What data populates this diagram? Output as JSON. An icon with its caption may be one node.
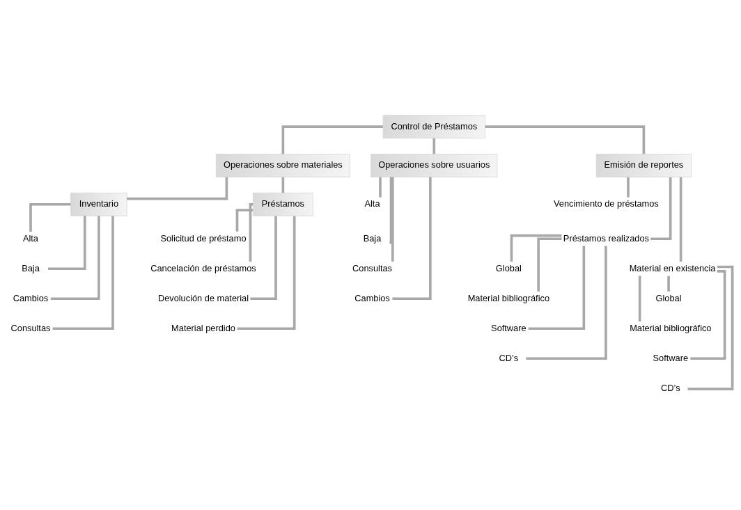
{
  "diagram": {
    "nodes": [
      {
        "text": [
          "Control de Préstamos"
        ]
      },
      {
        "text": [
          "Operaciones sobre materiales"
        ]
      },
      {
        "text": [
          "Operaciones sobre usuarios"
        ]
      },
      {
        "text": [
          "Emisión de reportes"
        ]
      },
      {
        "text": [
          "Inventario"
        ]
      },
      {
        "text": [
          "Préstamos"
        ]
      },
      {
        "text": [
          "Alta"
        ]
      },
      {
        "text": [
          "Baja"
        ]
      },
      {
        "text": [
          "Consultas"
        ]
      },
      {
        "text": [
          "Cambios"
        ]
      },
      {
        "text": [
          "Vencimiento de préstamos"
        ]
      },
      {
        "text": [
          "Préstamos realizados"
        ]
      },
      {
        "text": [
          "Global"
        ]
      },
      {
        "text": [
          "Material bibliográfico"
        ]
      },
      {
        "text": [
          "Software"
        ]
      },
      {
        "text": [
          "CD’s"
        ]
      },
      {
        "text": [
          "Material en existencia"
        ]
      },
      {
        "text": [
          "Global"
        ]
      },
      {
        "text": [
          "Material bibliográfico"
        ]
      },
      {
        "text": [
          "Software"
        ]
      },
      {
        "text": [
          "CD’s"
        ]
      },
      {
        "text": [
          "Alta"
        ]
      },
      {
        "text": [
          "Baja"
        ]
      },
      {
        "text": [
          "Cambios"
        ]
      },
      {
        "text": [
          "Consultas"
        ]
      },
      {
        "text": [
          "Solicitud de préstamo"
        ]
      },
      {
        "text": [
          "Cancelación de préstamos"
        ]
      },
      {
        "text": [
          "Devolución de material"
        ]
      },
      {
        "text": [
          "Material perdido"
        ]
      }
    ],
    "edges": [
      {
        "from": 0,
        "to": 1,
        "arrow": "none"
      },
      {
        "from": 0,
        "to": 2,
        "arrow": "none"
      },
      {
        "from": 0,
        "to": 3,
        "arrow": "none"
      },
      {
        "from": 1,
        "to": 4,
        "arrow": "none"
      },
      {
        "from": 1,
        "to": 5,
        "arrow": "none"
      },
      {
        "from": 2,
        "to": 6,
        "arrow": "none"
      },
      {
        "from": 2,
        "to": 7,
        "arrow": "none"
      },
      {
        "from": 2,
        "to": 8,
        "arrow": "none"
      },
      {
        "from": 2,
        "to": 9,
        "arrow": "none"
      },
      {
        "from": 3,
        "to": 10,
        "arrow": "none"
      },
      {
        "from": 3,
        "to": 11,
        "arrow": "none"
      },
      {
        "from": 11,
        "to": 12,
        "arrow": "none"
      },
      {
        "from": 11,
        "to": 13,
        "arrow": "none"
      },
      {
        "from": 11,
        "to": 14,
        "arrow": "none"
      },
      {
        "from": 11,
        "to": 15,
        "arrow": "none"
      },
      {
        "from": 3,
        "to": 16,
        "arrow": "none"
      },
      {
        "from": 16,
        "to": 17,
        "arrow": "none"
      },
      {
        "from": 16,
        "to": 18,
        "arrow": "none"
      },
      {
        "from": 16,
        "to": 19,
        "arrow": "none"
      },
      {
        "from": 16,
        "to": 20,
        "arrow": "none"
      },
      {
        "from": 4,
        "to": 21,
        "arrow": "none"
      },
      {
        "from": 4,
        "to": 22,
        "arrow": "none"
      },
      {
        "from": 4,
        "to": 23,
        "arrow": "none"
      },
      {
        "from": 4,
        "to": 24,
        "arrow": "none"
      },
      {
        "from": 5,
        "to": 25,
        "arrow": "none"
      },
      {
        "from": 5,
        "to": 26,
        "arrow": "none"
      },
      {
        "from": 5,
        "to": 27,
        "arrow": "none"
      },
      {
        "from": 5,
        "to": 28,
        "arrow": "none"
      }
    ]
  }
}
